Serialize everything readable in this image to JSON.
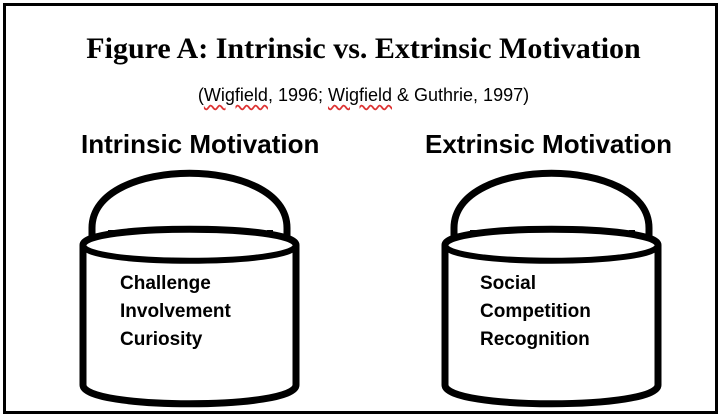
{
  "figure": {
    "title": "Figure A: Intrinsic vs. Extrinsic Motivation",
    "citation": {
      "open": "(",
      "author1": "Wigfield",
      "mid1": ", 1996; ",
      "author2": "Wigfield",
      "mid2": " & Guthrie, 1997)"
    }
  },
  "buckets": [
    {
      "heading": "Intrinsic Motivation",
      "items": [
        "Challenge",
        "Involvement",
        "Curiosity"
      ]
    },
    {
      "heading": "Extrinsic Motivation",
      "items": [
        "Social",
        "Competition",
        "Recognition"
      ]
    }
  ],
  "colors": {
    "stroke": "#000000",
    "background": "#ffffff",
    "spellcheck": "#dd3333"
  },
  "icons": [
    "bucket-icon",
    "bucket-icon"
  ]
}
